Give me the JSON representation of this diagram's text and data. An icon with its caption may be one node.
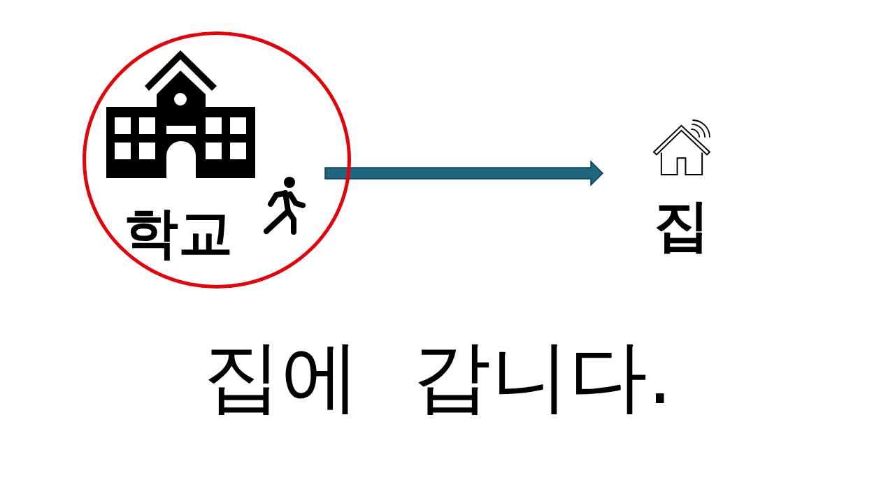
{
  "diagram": {
    "nodes": [
      {
        "text": [
          "학교"
        ]
      },
      {
        "text": [
          "집"
        ]
      }
    ],
    "edges": [
      {
        "from": 0,
        "to": 1,
        "arrow": "to"
      }
    ],
    "labels": [
      "집에 갑니다."
    ]
  }
}
